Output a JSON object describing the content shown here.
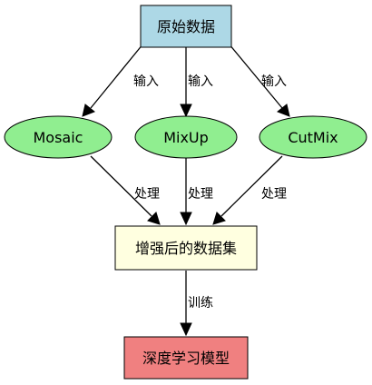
{
  "nodes": {
    "raw_data": {
      "label": "原始数据",
      "fill": "#add8e6"
    },
    "mosaic": {
      "label": "Mosaic",
      "fill": "#90ee90"
    },
    "mixup": {
      "label": "MixUp",
      "fill": "#90ee90"
    },
    "cutmix": {
      "label": "CutMix",
      "fill": "#90ee90"
    },
    "augmented_dataset": {
      "label": "增强后的数据集",
      "fill": "#ffffe0"
    },
    "deep_model": {
      "label": "深度学习模型",
      "fill": "#f08080"
    }
  },
  "edges": {
    "input_mosaic": {
      "label": "输入"
    },
    "input_mixup": {
      "label": "输入"
    },
    "input_cutmix": {
      "label": "输入"
    },
    "process_mosaic": {
      "label": "处理"
    },
    "process_mixup": {
      "label": "处理"
    },
    "process_cutmix": {
      "label": "处理"
    },
    "train": {
      "label": "训练"
    }
  }
}
